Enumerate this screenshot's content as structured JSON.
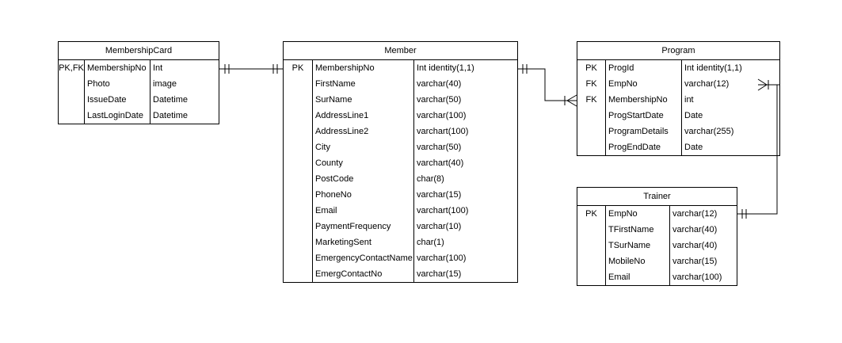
{
  "entities": {
    "membership_card": {
      "title": "MembershipCard",
      "rows": [
        {
          "key": "PK,FK",
          "name": "MembershipNo",
          "type": "Int"
        },
        {
          "key": "",
          "name": "Photo",
          "type": "image"
        },
        {
          "key": "",
          "name": "IssueDate",
          "type": "Datetime"
        },
        {
          "key": "",
          "name": "LastLoginDate",
          "type": "Datetime"
        }
      ]
    },
    "member": {
      "title": "Member",
      "rows": [
        {
          "key": "PK",
          "name": "MembershipNo",
          "type": "Int identity(1,1)"
        },
        {
          "key": "",
          "name": "FirstName",
          "type": "varchar(40)"
        },
        {
          "key": "",
          "name": "SurName",
          "type": "varchar(50)"
        },
        {
          "key": "",
          "name": "AddressLine1",
          "type": "varchar(100)"
        },
        {
          "key": "",
          "name": "AddressLine2",
          "type": "varchart(100)"
        },
        {
          "key": "",
          "name": "City",
          "type": "varchar(50)"
        },
        {
          "key": "",
          "name": "County",
          "type": "varchart(40)"
        },
        {
          "key": "",
          "name": "PostCode",
          "type": "char(8)"
        },
        {
          "key": "",
          "name": "PhoneNo",
          "type": "varchar(15)"
        },
        {
          "key": "",
          "name": "Email",
          "type": "varchart(100)"
        },
        {
          "key": "",
          "name": "PaymentFrequency",
          "type": "varchar(10)"
        },
        {
          "key": "",
          "name": "MarketingSent",
          "type": "char(1)"
        },
        {
          "key": "",
          "name": "EmergencyContactName",
          "type": "varchar(100)"
        },
        {
          "key": "",
          "name": "EmergContactNo",
          "type": "varchar(15)"
        }
      ]
    },
    "program": {
      "title": "Program",
      "rows": [
        {
          "key": "PK",
          "name": "ProgId",
          "type": "Int identity(1,1)"
        },
        {
          "key": "FK",
          "name": "EmpNo",
          "type": "varchar(12)"
        },
        {
          "key": "FK",
          "name": "MembershipNo",
          "type": "int"
        },
        {
          "key": "",
          "name": "ProgStartDate",
          "type": "Date"
        },
        {
          "key": "",
          "name": "ProgramDetails",
          "type": "varchar(255)"
        },
        {
          "key": "",
          "name": "ProgEndDate",
          "type": "Date"
        }
      ]
    },
    "trainer": {
      "title": "Trainer",
      "rows": [
        {
          "key": "PK",
          "name": "EmpNo",
          "type": "varchar(12)"
        },
        {
          "key": "",
          "name": "TFirstName",
          "type": "varchar(40)"
        },
        {
          "key": "",
          "name": "TSurName",
          "type": "varchar(40)"
        },
        {
          "key": "",
          "name": "MobileNo",
          "type": "varchar(15)"
        },
        {
          "key": "",
          "name": "Email",
          "type": "varchar(100)"
        }
      ]
    }
  },
  "relationships": [
    {
      "from": "membership_card",
      "to": "member",
      "from_end": "one-and-only-one",
      "to_end": "one-and-only-one"
    },
    {
      "from": "member",
      "to": "program",
      "from_end": "one-and-only-one",
      "to_end": "one-or-many"
    },
    {
      "from": "trainer",
      "to": "program",
      "from_end": "one-and-only-one",
      "to_end": "one-or-many"
    }
  ]
}
